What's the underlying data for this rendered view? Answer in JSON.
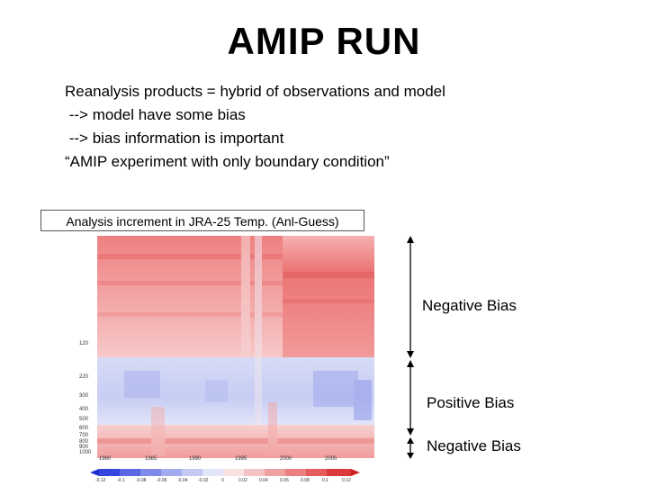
{
  "slide": {
    "title": "AMIP RUN",
    "bullets": [
      "Reanalysis products = hybrid of observations and model",
      " --> model have some bias",
      " --> bias information is important",
      "“AMIP experiment with only boundary condition”"
    ],
    "caption": "Analysis increment in JRA-25 Temp. (Anl-Guess)"
  },
  "plot": {
    "y_ticks": [
      "120",
      "220",
      "300",
      "400",
      "500",
      "600",
      "700",
      "800",
      "900",
      "1000"
    ],
    "x_ticks": [
      "1980",
      "1985",
      "1990",
      "1995",
      "2000",
      "2005"
    ],
    "colorbar_ticks": [
      "-0.12",
      "-0.1",
      "-0.08",
      "-0.06",
      "-0.04",
      "-0.02",
      "0",
      "0.02",
      "0.04",
      "0.06",
      "0.08",
      "0.1",
      "0.12"
    ]
  },
  "annotations": {
    "upper": "Negative Bias",
    "middle": "Positive Bias",
    "lower": "Negative Bias"
  },
  "colors": {
    "warm": "#f08a8a",
    "cool": "#b8c0f0",
    "neutral": "#f6e4e4"
  }
}
